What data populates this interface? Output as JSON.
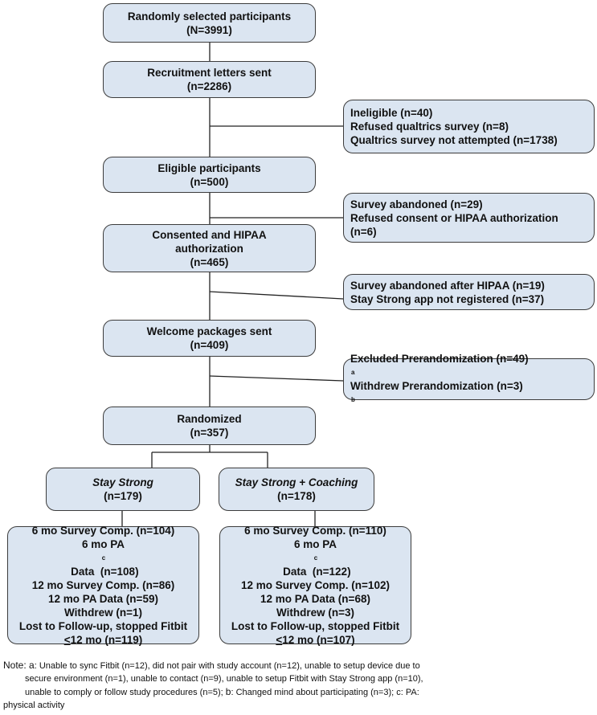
{
  "flow": {
    "main": [
      {
        "label": "Randomly selected participants",
        "n": "(N=3991)"
      },
      {
        "label": "Recruitment letters sent",
        "n": "(n=2286)"
      },
      {
        "label": "Eligible participants",
        "n": "(n=500)"
      },
      {
        "label1": "Consented and HIPAA",
        "label2": "authorization",
        "n": "(n=465)"
      },
      {
        "label": "Welcome packages sent",
        "n": "(n=409)"
      },
      {
        "label": "Randomized",
        "n": "(n=357)"
      }
    ],
    "exclusions": [
      {
        "lines": [
          "Ineligible (n=40)",
          "Refused qualtrics survey (n=8)",
          "Qualtrics survey not attempted (n=1738)"
        ]
      },
      {
        "lines": [
          "Survey abandoned (n=29)",
          "Refused consent or HIPAA authorization",
          "(n=6)"
        ]
      },
      {
        "lines": [
          "Survey abandoned after HIPAA  (n=19)",
          "Stay Strong app not registered (n=37)"
        ]
      },
      {
        "line1": "Excluded Prerandomization (n=49)",
        "sup1": "a",
        "line2": "Withdrew Prerandomization (n=3)",
        "sup2": "b"
      }
    ],
    "arms": [
      {
        "label": "Stay Strong",
        "n": "(n=179)"
      },
      {
        "label": "Stay Strong + Coaching",
        "n": "(n=178)"
      }
    ],
    "outcomes": [
      {
        "survey6": "6 mo Survey Comp. (n=104)",
        "pa6_pre": "6 mo PA",
        "pa6_sup": "c",
        "pa6_post": " Data  (n=108)",
        "survey12": "12 mo Survey Comp. (n=86)",
        "pa12": "12 mo PA Data (n=59)",
        "withdrew": "Withdrew (n=1)",
        "lost": "Lost to Follow-up, stopped Fitbit",
        "lost_le": "<",
        "lost_post": "12 mo (n=119)"
      },
      {
        "survey6": "6 mo Survey Comp. (n=110)",
        "pa6_pre": "6 mo PA",
        "pa6_sup": "c",
        "pa6_post": " Data  (n=122)",
        "survey12": "12 mo Survey Comp. (n=102)",
        "pa12": "12 mo PA Data (n=68)",
        "withdrew": "Withdrew (n=3)",
        "lost": "Lost to Follow-up, stopped Fitbit",
        "lost_le": "<",
        "lost_post": "12 mo (n=107)"
      }
    ]
  },
  "note": {
    "prefix": "Note: ",
    "a_label": "a",
    "a_text1": ": Unable to sync Fitbit (n=12), did not pair with study account (n=12),  unable to setup device due to",
    "a_text2": "secure environment (n=1), unable to contact (n=9), unable to setup Fitbit with Stay Strong app (n=10),",
    "a_text3": "unable to comply or follow study procedures (n=5);",
    "b_label": "b",
    "b_text": ": Changed mind about participating (n=3);",
    "c_text": "c: PA:",
    "c_text2": "physical activity"
  },
  "colors": {
    "box_fill": "#dbe5f1",
    "border": "#3c3c3c"
  }
}
